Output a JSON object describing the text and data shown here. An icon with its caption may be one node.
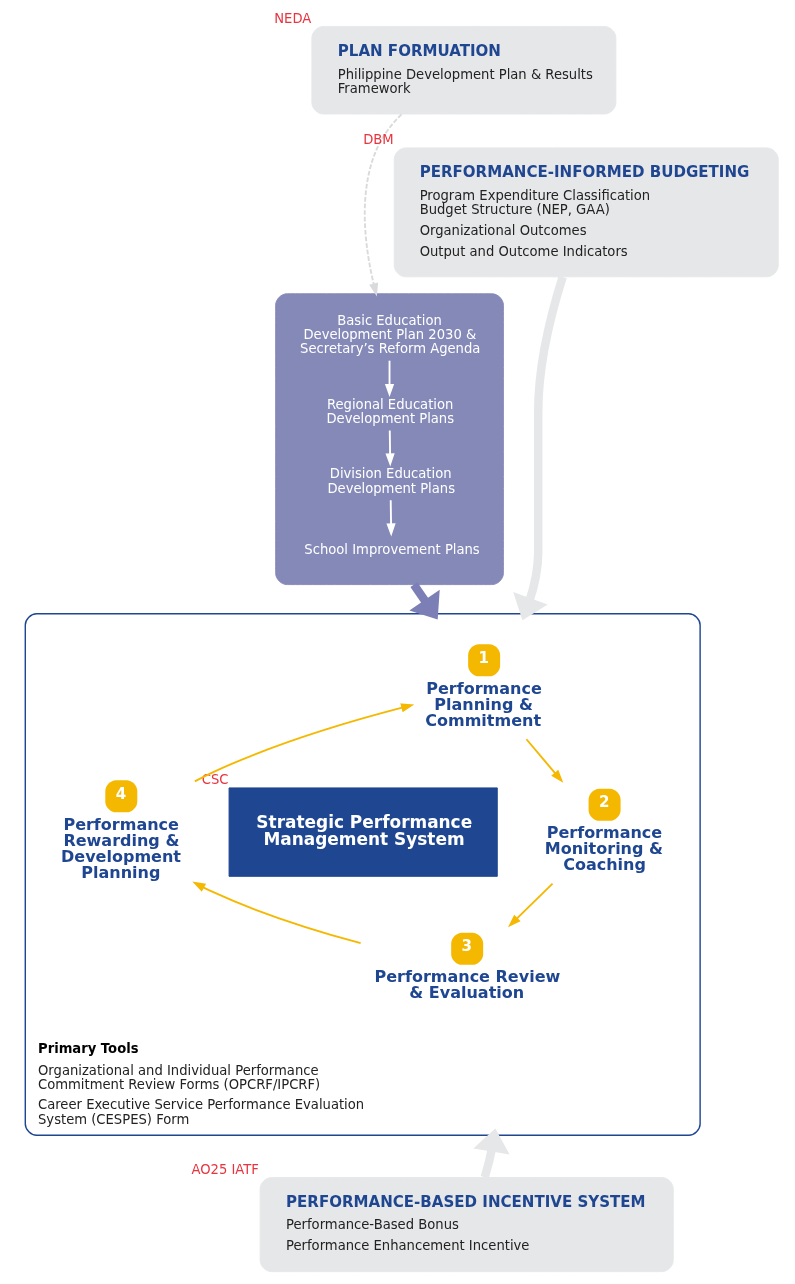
{
  "diagram": {
    "nodes": [
      {
        "text": [
          "PLAN FORMUATION",
          "Philippine Development Plan & Results Framework"
        ],
        "beside": [
          "NEDA"
        ]
      },
      {
        "text": [],
        "shape": "box"
      },
      {
        "text": [
          "Basic Education Development Plan 2030 & Secretary’s Reform Agenda"
        ],
        "in": 1
      },
      {
        "text": [
          "Regional Education Development Plans"
        ],
        "in": 1
      },
      {
        "text": [
          "Division Education Development Plans"
        ],
        "in": 1
      },
      {
        "text": [
          "School Improvement Plans"
        ],
        "in": 1
      },
      {
        "text": [
          "PERFORMANCE-INFORMED BUDGETING",
          "Program Expenditure Classification Budget Structure (NEP, GAA)",
          "Organizational Outcomes",
          "Output and Outcome Indicators"
        ],
        "beside": [
          "DBM"
        ]
      },
      {
        "text": [
          "Primary Tools",
          "Organizational and Individual Performance Commitment Review Forms (OPCRF/IPCRF)",
          "Career Executive Service Performance Evaluation System (CESPES) Form"
        ]
      },
      {
        "text": [
          "Strategic Performance Management System"
        ],
        "in": 7,
        "beside": [
          "CSC"
        ]
      },
      {
        "text": [
          "1"
        ],
        "in": 7,
        "beside": [
          "Performance Planning & Commitment"
        ]
      },
      {
        "text": [
          "2"
        ],
        "in": 7,
        "beside": [
          "Performance Monitoring & Coaching"
        ]
      },
      {
        "text": [
          "3"
        ],
        "in": 7,
        "beside": [
          "Performance Review & Evaluation"
        ]
      },
      {
        "text": [
          "4"
        ],
        "in": 7,
        "beside": [
          "Performance Rewarding & Development Planning"
        ]
      },
      {
        "text": [
          "PERFORMANCE-BASED INCENTIVE SYSTEM",
          "Performance-Based Bonus",
          "Performance Enhancement Incentive"
        ],
        "beside": [
          "AO25 IATF"
        ]
      }
    ],
    "edges": [
      {
        "from": 0,
        "to": 1,
        "arrow": "to",
        "style": "dashed",
        "color": "#d9dadc"
      },
      {
        "from": 2,
        "to": 3,
        "arrow": "to",
        "color": "#ffffff"
      },
      {
        "from": 3,
        "to": 4,
        "arrow": "to",
        "color": "#ffffff"
      },
      {
        "from": 4,
        "to": 5,
        "arrow": "to",
        "color": "#ffffff"
      },
      {
        "from": 6,
        "to": 7,
        "arrow": "to",
        "style": "thick",
        "color": "#e6e7e9"
      },
      {
        "from": 1,
        "to": 7,
        "arrow": "to",
        "style": "thick",
        "color": "#7b7fb5"
      },
      {
        "from": 13,
        "to": 7,
        "arrow": "to",
        "style": "thick",
        "color": "#e6e7e9"
      },
      {
        "from": 9,
        "to": 10,
        "arrow": "to",
        "color": "#f5b800"
      },
      {
        "from": 10,
        "to": 11,
        "arrow": "to",
        "color": "#f5b800"
      },
      {
        "from": 11,
        "to": 12,
        "arrow": "to",
        "color": "#f5b800"
      },
      {
        "from": 12,
        "to": 9,
        "arrow": "to",
        "color": "#f5b800"
      }
    ]
  }
}
